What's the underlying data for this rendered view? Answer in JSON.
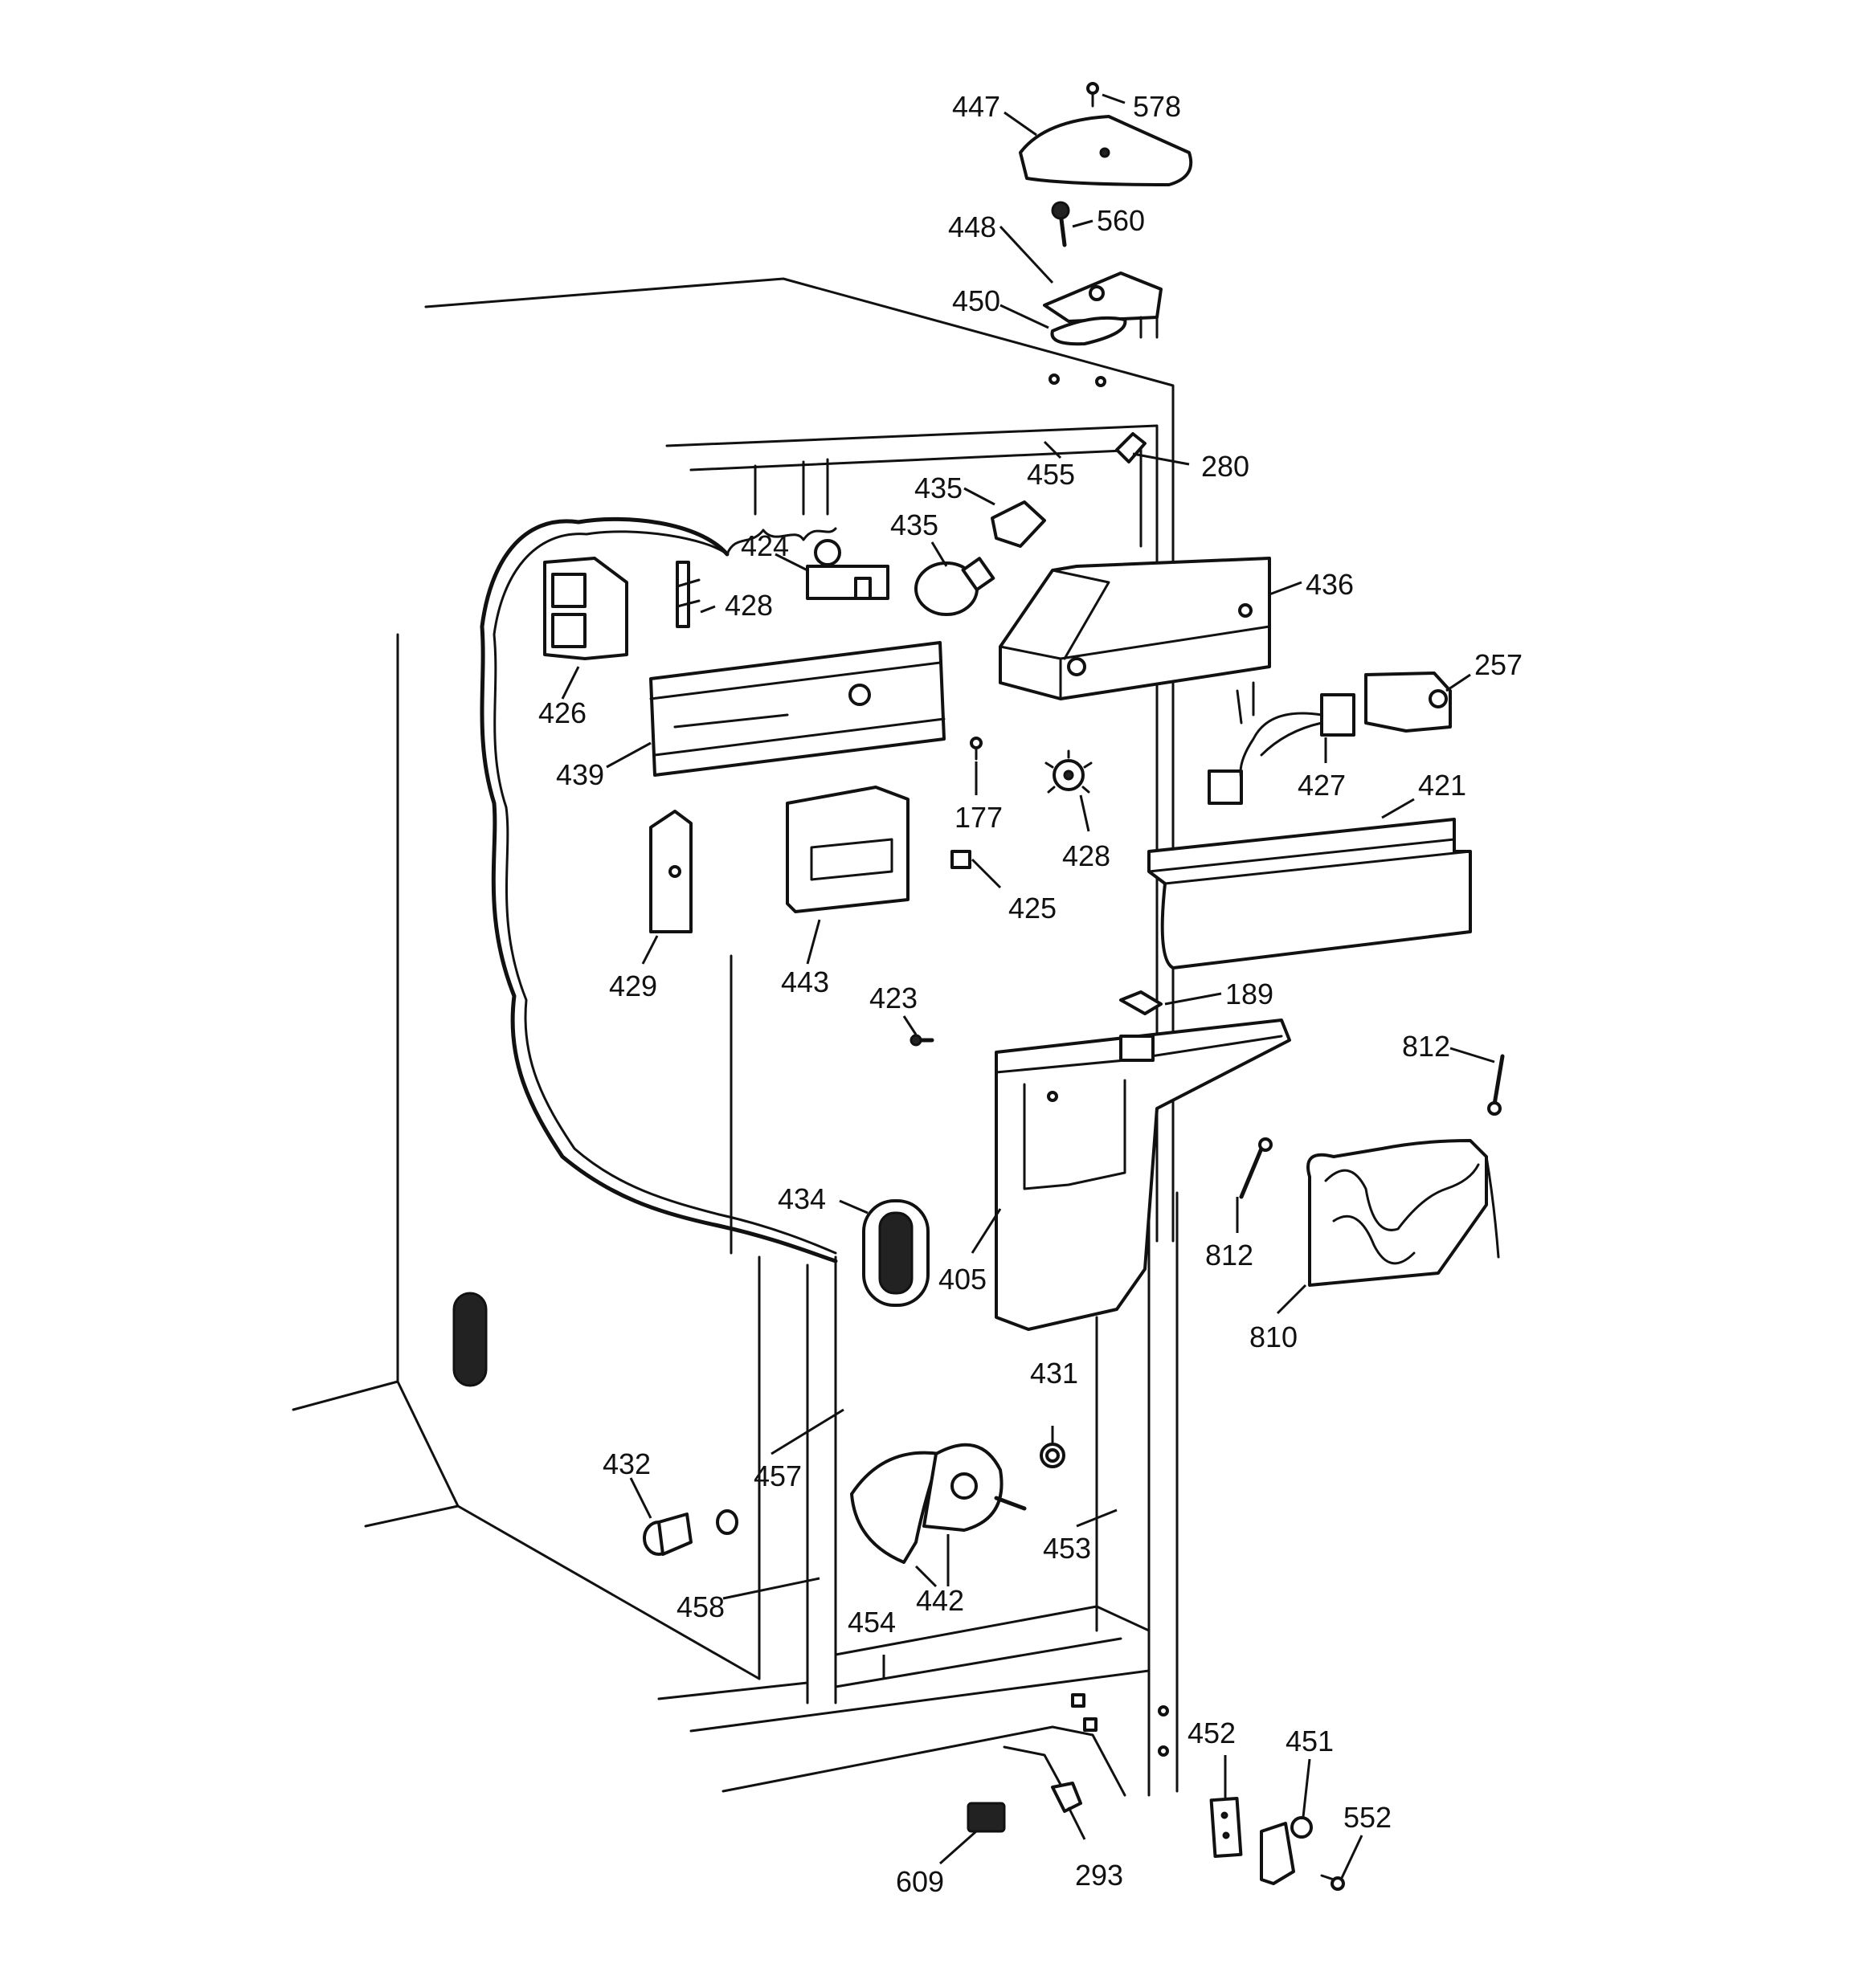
{
  "diagram": {
    "part_labels": [
      {
        "id": "p447",
        "text": "447"
      },
      {
        "id": "p578",
        "text": "578"
      },
      {
        "id": "p448",
        "text": "448"
      },
      {
        "id": "p560",
        "text": "560"
      },
      {
        "id": "p450",
        "text": "450"
      },
      {
        "id": "p455",
        "text": "455"
      },
      {
        "id": "p280",
        "text": "280"
      },
      {
        "id": "p435a",
        "text": "435"
      },
      {
        "id": "p435b",
        "text": "435"
      },
      {
        "id": "p424",
        "text": "424"
      },
      {
        "id": "p428a",
        "text": "428"
      },
      {
        "id": "p436",
        "text": "436"
      },
      {
        "id": "p426",
        "text": "426"
      },
      {
        "id": "p257",
        "text": "257"
      },
      {
        "id": "p439",
        "text": "439"
      },
      {
        "id": "p177",
        "text": "177"
      },
      {
        "id": "p427",
        "text": "427"
      },
      {
        "id": "p421",
        "text": "421"
      },
      {
        "id": "p428b",
        "text": "428"
      },
      {
        "id": "p425",
        "text": "425"
      },
      {
        "id": "p429",
        "text": "429"
      },
      {
        "id": "p443",
        "text": "443"
      },
      {
        "id": "p423",
        "text": "423"
      },
      {
        "id": "p189",
        "text": "189"
      },
      {
        "id": "p812a",
        "text": "812"
      },
      {
        "id": "p434",
        "text": "434"
      },
      {
        "id": "p405",
        "text": "405"
      },
      {
        "id": "p812b",
        "text": "812"
      },
      {
        "id": "p810",
        "text": "810"
      },
      {
        "id": "p431",
        "text": "431"
      },
      {
        "id": "p432",
        "text": "432"
      },
      {
        "id": "p457",
        "text": "457"
      },
      {
        "id": "p453",
        "text": "453"
      },
      {
        "id": "p442",
        "text": "442"
      },
      {
        "id": "p458",
        "text": "458"
      },
      {
        "id": "p454",
        "text": "454"
      },
      {
        "id": "p452",
        "text": "452"
      },
      {
        "id": "p451",
        "text": "451"
      },
      {
        "id": "p552",
        "text": "552"
      },
      {
        "id": "p609",
        "text": "609"
      },
      {
        "id": "p293",
        "text": "293"
      }
    ]
  }
}
